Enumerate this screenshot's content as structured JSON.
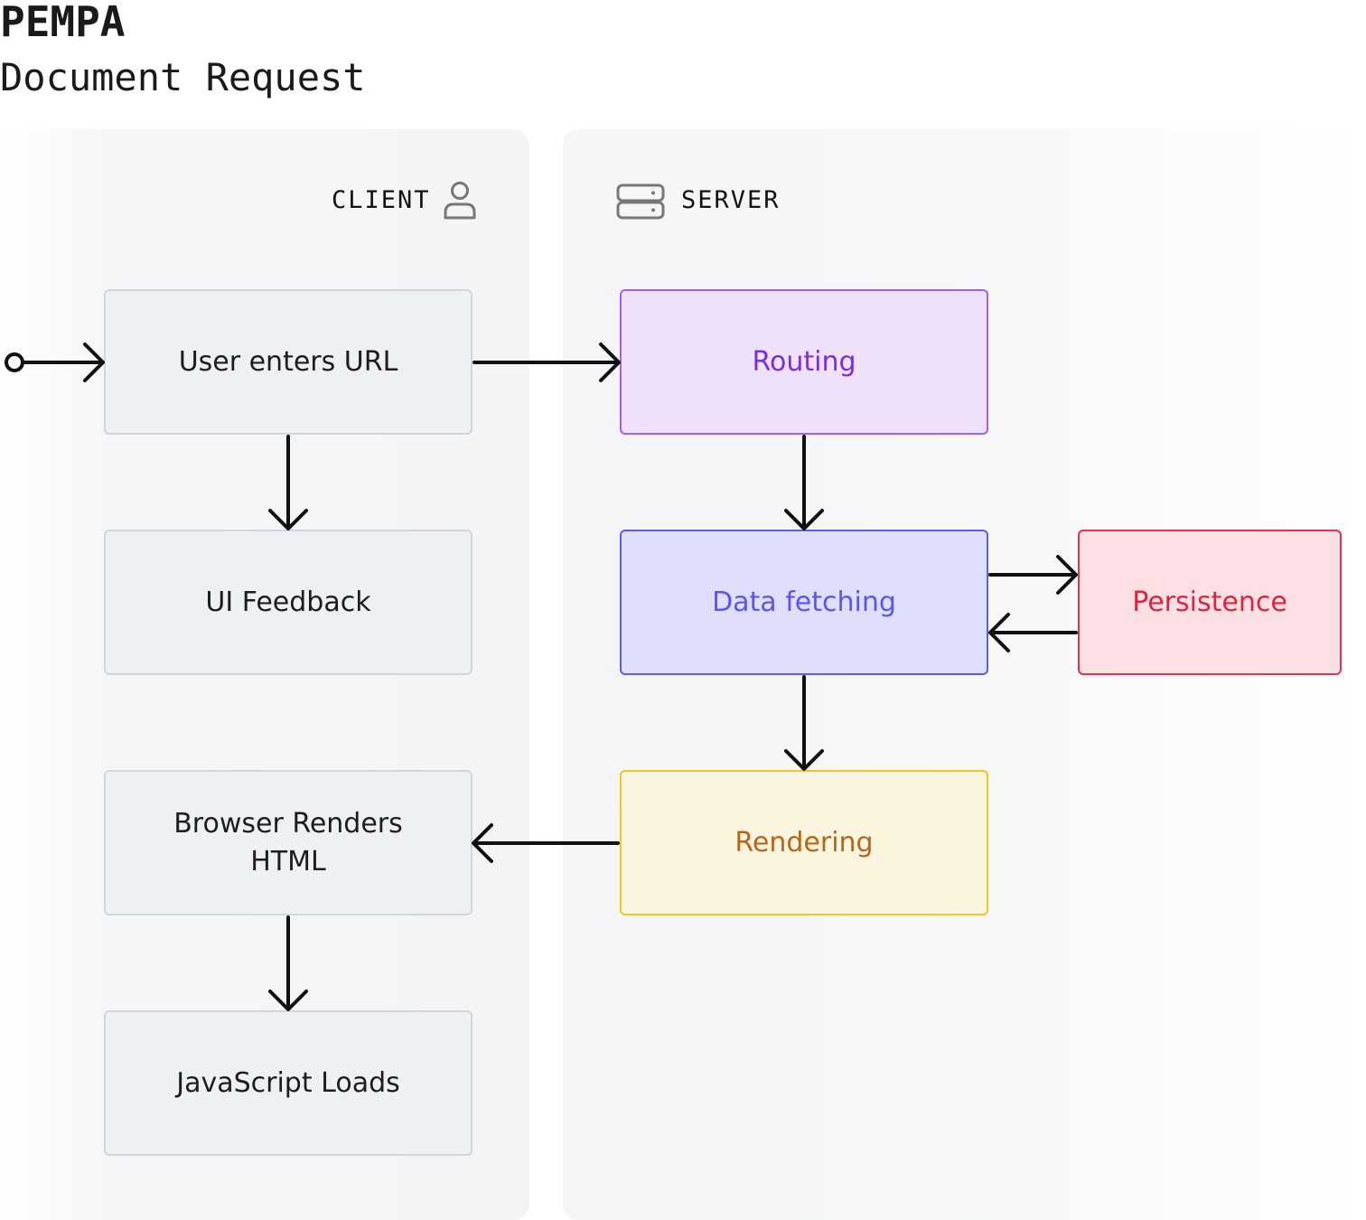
{
  "header": {
    "title": "PEMPA",
    "subtitle": "Document Request"
  },
  "lanes": {
    "client": {
      "label": "CLIENT",
      "icon": "user-icon"
    },
    "server": {
      "label": "SERVER",
      "icon": "server-icon"
    }
  },
  "nodes": {
    "user_enters_url": "User enters URL",
    "ui_feedback": "UI Feedback",
    "browser_renders_html": "Browser Renders HTML",
    "javascript_loads": "JavaScript Loads",
    "routing": "Routing",
    "data_fetching": "Data fetching",
    "persistence": "Persistence",
    "rendering": "Rendering"
  },
  "colors": {
    "routing": "#a65ef0",
    "data_fetching": "#5b5cf0",
    "persistence": "#e3334f",
    "rendering": "#f5c524",
    "client_node": "#d1d6de"
  }
}
